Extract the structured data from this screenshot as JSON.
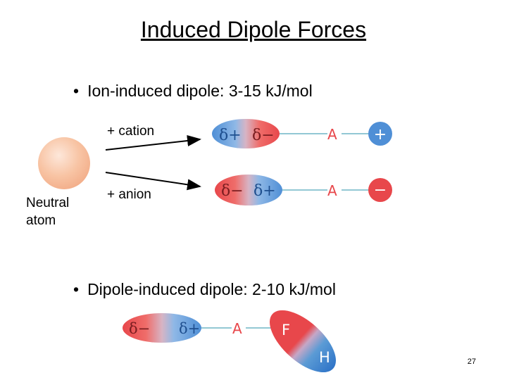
{
  "slide": {
    "title": "Induced Dipole Forces",
    "page_number": "27"
  },
  "bullets": [
    {
      "text": "Ion-induced dipole: 3-15 kJ/mol"
    },
    {
      "text": "Dipole-induced dipole: 2-10 kJ/mol"
    }
  ],
  "labels": {
    "cation": "+ cation",
    "anion": "+ anion",
    "neutral_atom_line1": "Neutral",
    "neutral_atom_line2": "atom"
  },
  "diagram": {
    "delta_plus": "δ+",
    "delta_minus": "δ−",
    "distance_symbol": "A",
    "cation_symbol": "+",
    "anion_symbol": "−",
    "atom_f": "F",
    "atom_h": "H",
    "colors": {
      "positive": "#5b9bd5",
      "negative": "#e8474b",
      "neutral_atom": "#f8c4a4",
      "line": "#6fb5c6"
    }
  }
}
